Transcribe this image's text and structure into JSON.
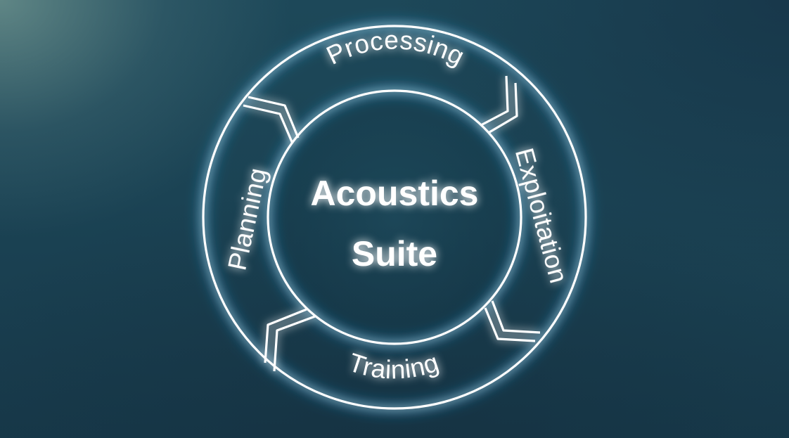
{
  "diagram": {
    "center_lines": [
      "Acoustics",
      "Suite"
    ],
    "segments": [
      {
        "id": "processing",
        "label": "Processing"
      },
      {
        "id": "exploitation",
        "label": "Exploitation"
      },
      {
        "id": "training",
        "label": "Training"
      },
      {
        "id": "planning",
        "label": "Planning"
      }
    ]
  },
  "colors": {
    "line": "#ffffff",
    "glow": "#2fb6ff",
    "background": "#1b4354"
  }
}
